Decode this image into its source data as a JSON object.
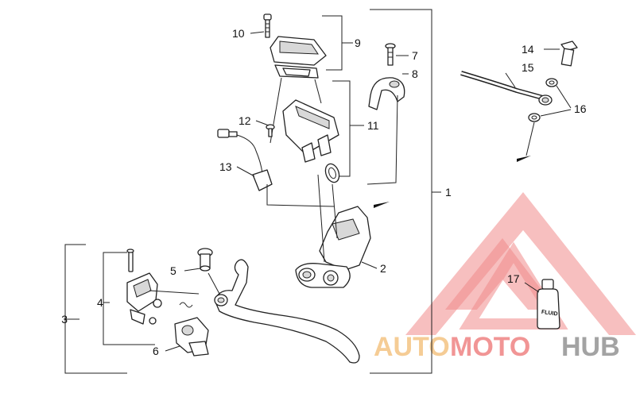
{
  "diagram": {
    "callouts": {
      "c1": "1",
      "c2": "2",
      "c3": "3",
      "c4": "4",
      "c5": "5",
      "c6": "6",
      "c7": "7",
      "c8": "8",
      "c9": "9",
      "c10": "10",
      "c11": "11",
      "c12": "12",
      "c13": "13",
      "c14": "14",
      "c15": "15",
      "c16": "16",
      "c17": "17"
    },
    "bottle_label": "FLUID"
  },
  "watermark": {
    "part1": "AUTO",
    "part2": "MOTO",
    "part3": "HUB",
    "colors": {
      "auto": "#f5c78a",
      "moto": "#f08a8a",
      "hub": "#9a9a9a",
      "triangle": "#f08a8a"
    }
  }
}
